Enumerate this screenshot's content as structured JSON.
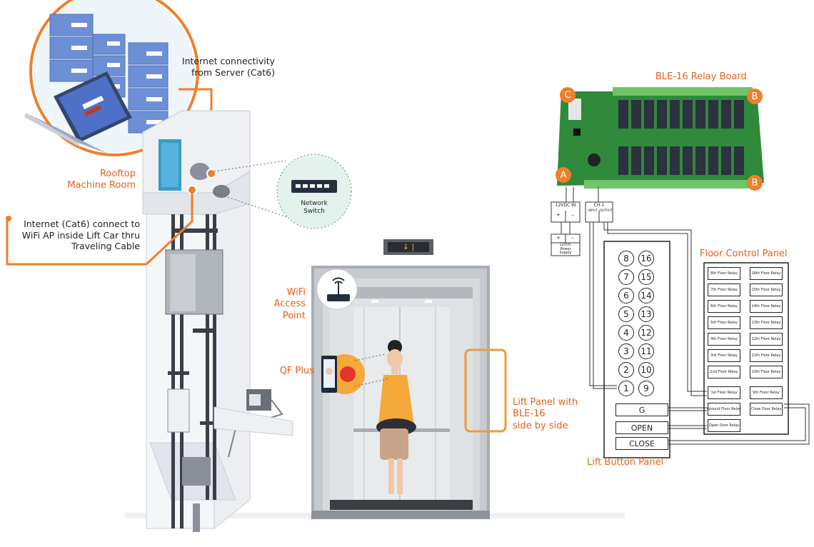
{
  "labels": {
    "internet_server": "Internet connectivity\nfrom Server (Cat6)",
    "rooftop": "Rooftop\nMachine Room",
    "internet_cable": "Internet (Cat6) connect to\nWiFi AP inside Lift Car thru\nTraveling Cable",
    "network_switch": "Network\nSwitch",
    "wifi_ap": "WiFi\nAccess\nPoint",
    "qf_plus": "QF Plus",
    "lift_panel": "Lift Panel with\nBLE-16\nside by side",
    "relay_board": "BLE-16 Relay Board",
    "floor_control_panel": "Floor Control Panel",
    "lift_button_panel": "Lift Button Panel"
  },
  "board": {
    "badges": [
      "C",
      "B",
      "A",
      "B"
    ],
    "power_in": "12VDC IN",
    "power_supply": "12VDC\nPower\nSupply",
    "ch1": "CH-1",
    "ch1_input": "INPUT",
    "ch1_output": "OUTPUT",
    "plus": "+",
    "minus": "–"
  },
  "indicator": "↓ |",
  "button_panel": {
    "floors_left": [
      "8",
      "7",
      "6",
      "5",
      "4",
      "3",
      "2",
      "1"
    ],
    "floors_right": [
      "16",
      "15",
      "14",
      "13",
      "12",
      "11",
      "10",
      "9"
    ],
    "buttons": [
      "G",
      "OPEN",
      "CLOSE"
    ]
  },
  "floor_panel": {
    "left": [
      "8th Floor Relay",
      "7th Floor Relay",
      "6th Floor Relay",
      "5th Floor Relay",
      "4th Floor Relay",
      "3rd Floor Relay",
      "2nd Floor Relay",
      "1st Floor Relay",
      "Ground Floor Relay",
      "Open Door Relay"
    ],
    "right": [
      "16th Floor Relay",
      "15th Floor Relay",
      "14th Floor Relay",
      "13th Floor Relay",
      "12th Floor Relay",
      "11th Floor Relay",
      "10th Floor Relay",
      "9th Floor Relay",
      "Close Door Relay"
    ]
  },
  "colors": {
    "accent": "#e8601c",
    "board_green": "#2f8a3c",
    "relay_blue": "#2d3140",
    "server_blue": "#6d8fd6"
  }
}
